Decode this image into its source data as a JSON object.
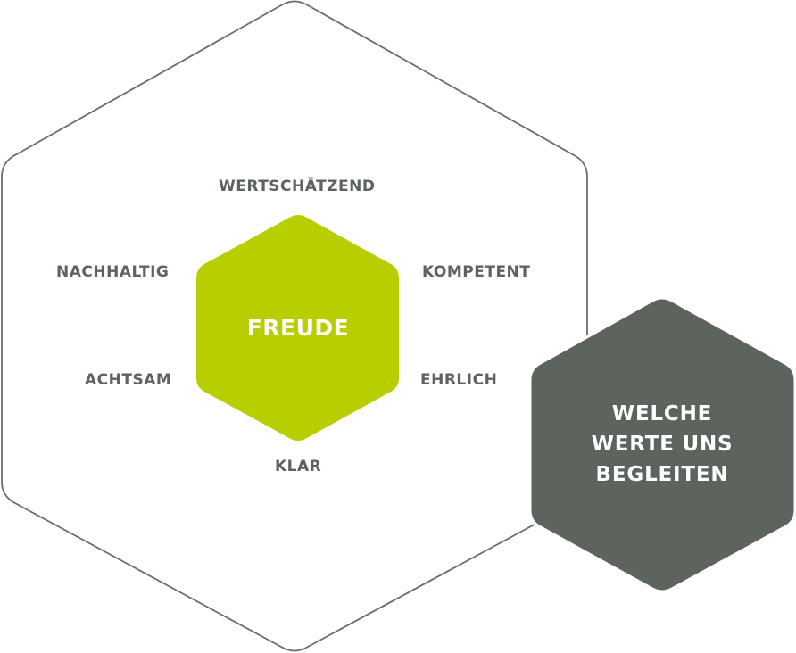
{
  "diagram": {
    "values": [
      "WERTSCHÄTZEND",
      "KOMPETENT",
      "EHRLICH",
      "KLAR",
      "ACHTSAM",
      "NACHHALTIG"
    ],
    "center": "FREUDE",
    "side_title": [
      "WELCHE",
      "WERTE UNS",
      "BEGLEITEN"
    ]
  },
  "colors": {
    "outline": "#6a6e6b",
    "center_fill": "#b8ce00",
    "side_fill": "#5d635d",
    "label_text": "#5d635d",
    "light_text": "#ffffff"
  }
}
